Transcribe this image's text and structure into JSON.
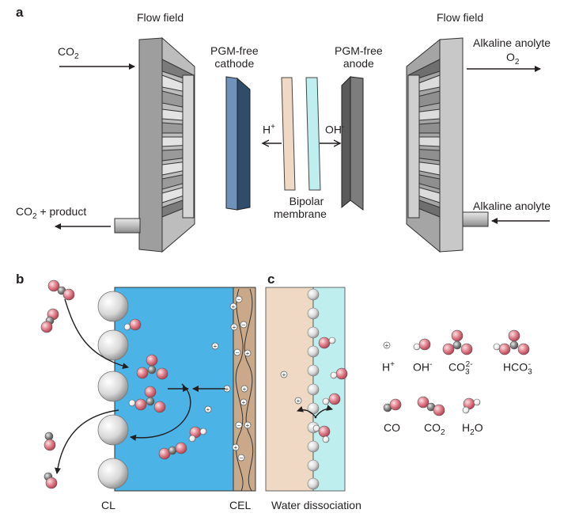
{
  "panels": {
    "a": "a",
    "b": "b",
    "c": "c"
  },
  "panel_a": {
    "flow_field_left": "Flow field",
    "flow_field_right": "Flow field",
    "co2_in": "CO",
    "co2_in_sub": "2",
    "co2_out": "CO",
    "co2_out_sub": "2",
    "co2_out_rest": " + product",
    "cathode_line1": "PGM-free",
    "cathode_line2": "cathode",
    "anode_line1": "PGM-free",
    "anode_line2": "anode",
    "hplus": "H",
    "hplus_sup": "+",
    "ohminus": "OH",
    "ohminus_sup": "-",
    "membrane_line1": "Bipolar",
    "membrane_line2": "membrane",
    "anolyte_out": "Alkaline anolyte",
    "o2": "O",
    "o2_sub": "2",
    "anolyte_in": "Alkaline anolyte"
  },
  "panel_b": {
    "cl": "CL",
    "cel": "CEL"
  },
  "panel_c": {
    "water_dissociation": "Water dissociation"
  },
  "legend": {
    "hplus": "H",
    "hplus_sup": "+",
    "oh": "OH",
    "oh_sup": "-",
    "co3": "CO",
    "co3_sub": "3",
    "co3_sup": "2-",
    "hco3": "HCO",
    "hco3_sub": "3",
    "hco3_sup": "-",
    "co": "CO",
    "co2": "CO",
    "co2_sub": "2",
    "h2o": "H",
    "h2o_sub": "2",
    "h2o_rest": "O"
  },
  "colors": {
    "ionomer_blue": "#4bb3e6",
    "cel_brown": "#c9a98a",
    "cathode": "#5a7fa8",
    "anode": "#8a8a8a",
    "membrane_beige": "#efd9c4",
    "membrane_cyan": "#bfeeee",
    "oxygen": "#d9636f",
    "carbon": "#7a7a7a"
  }
}
